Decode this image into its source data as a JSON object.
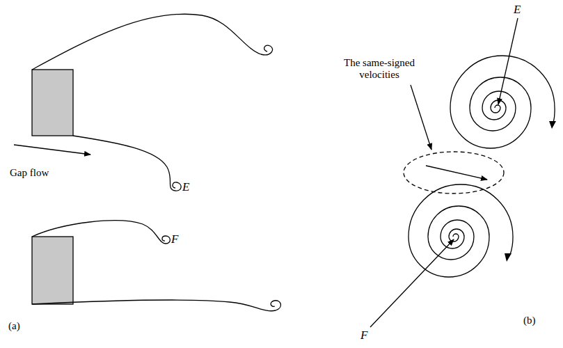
{
  "diagram": {
    "labels": [
      "E",
      "The same-signed velocities",
      "Gap flow",
      "E",
      "F",
      "(b)",
      "(a)",
      "F"
    ]
  }
}
